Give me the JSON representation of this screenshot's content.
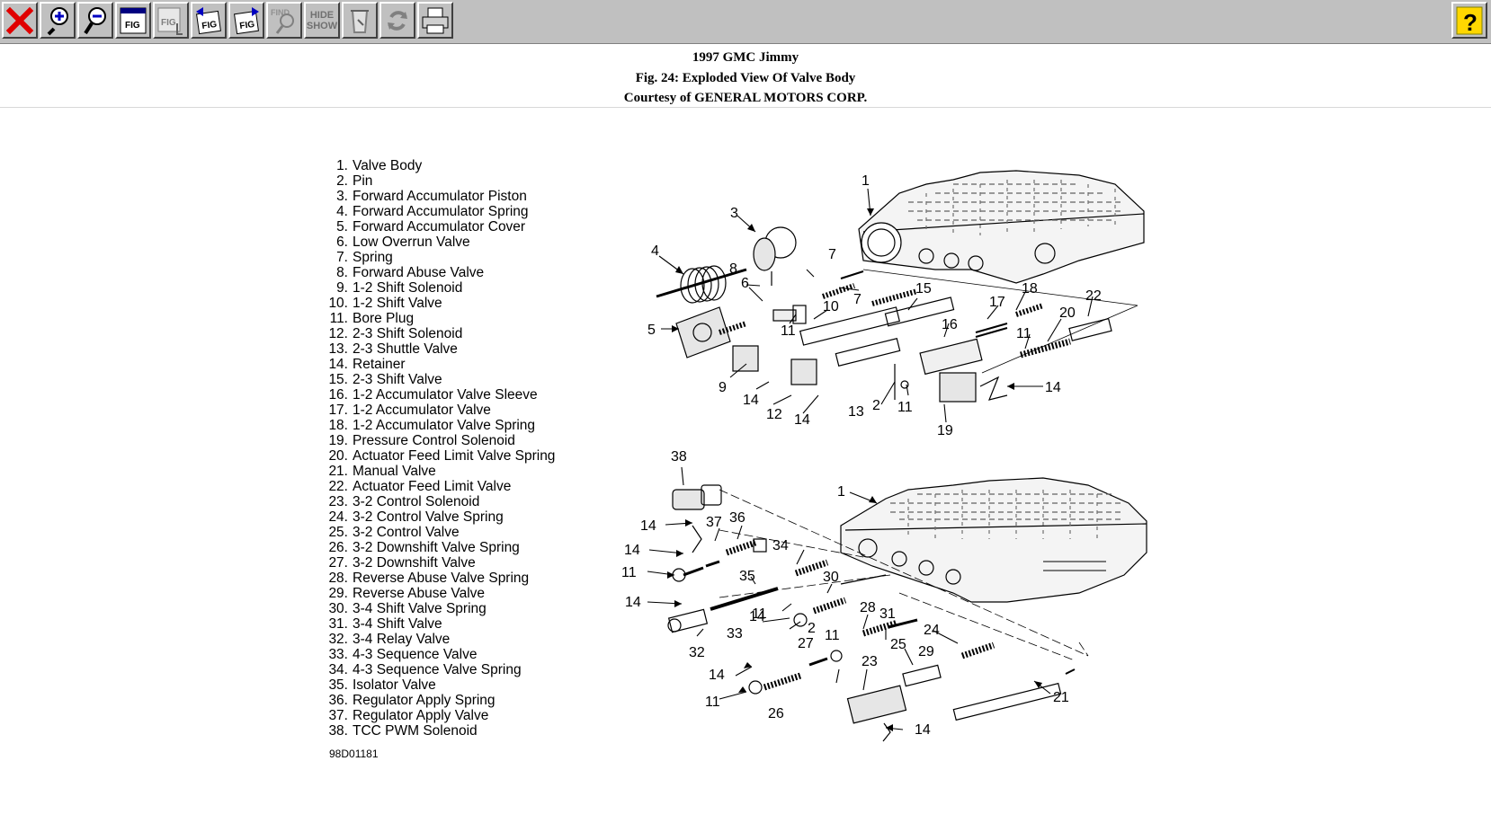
{
  "toolbar": {
    "buttons": [
      {
        "name": "close-icon"
      },
      {
        "name": "zoom-in-icon"
      },
      {
        "name": "zoom-out-icon"
      },
      {
        "name": "figure-icon",
        "label": "FIG"
      },
      {
        "name": "figure-select-icon",
        "label": "FIG"
      },
      {
        "name": "previous-figure-icon",
        "label": "FIG"
      },
      {
        "name": "next-figure-icon",
        "label": "FIG"
      },
      {
        "name": "find-icon",
        "label": "FIND"
      },
      {
        "name": "hide-show-icon",
        "label_top": "HIDE",
        "label_bottom": "SHOW"
      },
      {
        "name": "erase-icon"
      },
      {
        "name": "refresh-icon"
      },
      {
        "name": "print-icon"
      },
      {
        "name": "help-icon",
        "label": "?"
      }
    ]
  },
  "header": {
    "vehicle": "1997 GMC Jimmy",
    "figure_title": "Fig. 24: Exploded View Of Valve Body",
    "courtesy": "Courtesy of GENERAL MOTORS CORP."
  },
  "legend": [
    {
      "num": "1.",
      "label": "Valve Body"
    },
    {
      "num": "2.",
      "label": "Pin"
    },
    {
      "num": "3.",
      "label": "Forward Accumulator Piston"
    },
    {
      "num": "4.",
      "label": "Forward Accumulator Spring"
    },
    {
      "num": "5.",
      "label": "Forward Accumulator Cover"
    },
    {
      "num": "6.",
      "label": "Low Overrun Valve"
    },
    {
      "num": "7.",
      "label": "Spring"
    },
    {
      "num": "8.",
      "label": "Forward Abuse Valve"
    },
    {
      "num": "9.",
      "label": "1-2 Shift Solenoid"
    },
    {
      "num": "10.",
      "label": "1-2 Shift Valve"
    },
    {
      "num": "11.",
      "label": "Bore Plug"
    },
    {
      "num": "12.",
      "label": "2-3 Shift Solenoid"
    },
    {
      "num": "13.",
      "label": "2-3 Shuttle Valve"
    },
    {
      "num": "14.",
      "label": "Retainer"
    },
    {
      "num": "15.",
      "label": "2-3 Shift Valve"
    },
    {
      "num": "16.",
      "label": "1-2 Accumulator Valve Sleeve"
    },
    {
      "num": "17.",
      "label": "1-2 Accumulator Valve"
    },
    {
      "num": "18.",
      "label": "1-2 Accumulator Valve Spring"
    },
    {
      "num": "19.",
      "label": "Pressure Control Solenoid"
    },
    {
      "num": "20.",
      "label": "Actuator Feed Limit Valve Spring"
    },
    {
      "num": "21.",
      "label": "Manual Valve"
    },
    {
      "num": "22.",
      "label": "Actuator Feed Limit Valve"
    },
    {
      "num": "23.",
      "label": "3-2 Control Solenoid"
    },
    {
      "num": "24.",
      "label": "3-2 Control Valve Spring"
    },
    {
      "num": "25.",
      "label": "3-2 Control Valve"
    },
    {
      "num": "26.",
      "label": "3-2 Downshift Valve Spring"
    },
    {
      "num": "27.",
      "label": "3-2 Downshift Valve"
    },
    {
      "num": "28.",
      "label": "Reverse Abuse Valve Spring"
    },
    {
      "num": "29.",
      "label": "Reverse Abuse Valve"
    },
    {
      "num": "30.",
      "label": "3-4 Shift Valve Spring"
    },
    {
      "num": "31.",
      "label": "3-4 Shift Valve"
    },
    {
      "num": "32.",
      "label": "3-4 Relay Valve"
    },
    {
      "num": "33.",
      "label": "4-3 Sequence Valve"
    },
    {
      "num": "34.",
      "label": "4-3 Sequence Valve Spring"
    },
    {
      "num": "35.",
      "label": "Isolator Valve"
    },
    {
      "num": "36.",
      "label": "Regulator Apply Spring"
    },
    {
      "num": "37.",
      "label": "Regulator Apply Valve"
    },
    {
      "num": "38.",
      "label": "TCC PWM Solenoid"
    }
  ],
  "figure_code": "98D01181",
  "callouts": {
    "upper": [
      "1",
      "3",
      "4",
      "5",
      "6",
      "7",
      "8",
      "7",
      "15",
      "10",
      "11",
      "9",
      "14",
      "12",
      "14",
      "13",
      "2",
      "11",
      "16",
      "17",
      "18",
      "20",
      "22",
      "11",
      "14",
      "19"
    ],
    "lower": [
      "38",
      "1",
      "14",
      "37",
      "36",
      "14",
      "34",
      "11",
      "35",
      "14",
      "30",
      "11",
      "14",
      "33",
      "28",
      "31",
      "2",
      "11",
      "32",
      "27",
      "29",
      "24",
      "25",
      "14",
      "23",
      "11",
      "26",
      "21",
      "14"
    ]
  }
}
